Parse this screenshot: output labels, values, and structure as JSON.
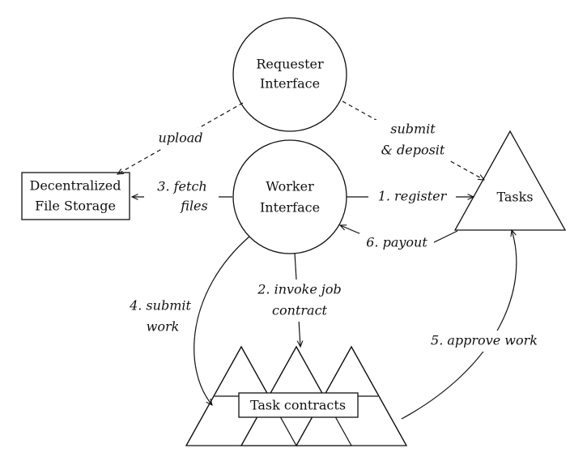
{
  "nodes": {
    "requester": [
      "Requester",
      "Interface"
    ],
    "worker": [
      "Worker",
      "Interface"
    ],
    "storage": [
      "Decentralized",
      "File Storage"
    ],
    "tasks": "Tasks",
    "contracts": "Task contracts"
  },
  "edges": {
    "upload": "upload",
    "submit_deposit": [
      "submit",
      "& deposit"
    ],
    "fetch_files": [
      "3. fetch",
      "files"
    ],
    "register": "1. register",
    "payout": "6. payout",
    "invoke": [
      "2. invoke job",
      "contract"
    ],
    "submit_work": [
      "4. submit",
      "work"
    ],
    "approve": "5. approve work"
  }
}
